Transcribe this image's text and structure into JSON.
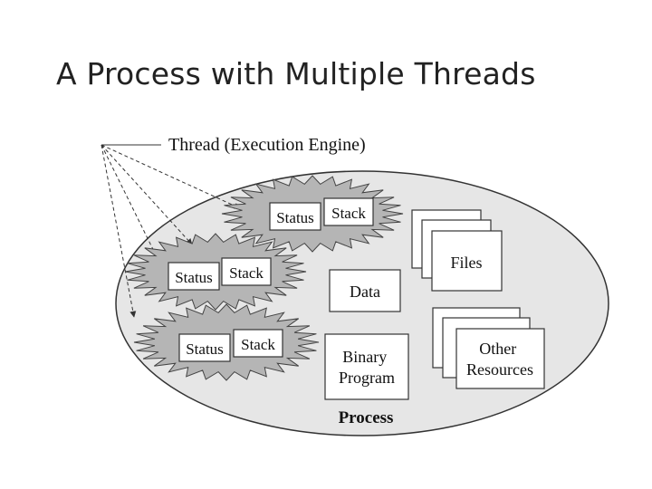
{
  "slide": {
    "title": "A Process with Multiple Threads"
  },
  "diagram": {
    "thread_label": "Thread (Execution Engine)",
    "threads": [
      {
        "status": "Status",
        "stack": "Stack"
      },
      {
        "status": "Status",
        "stack": "Stack"
      },
      {
        "status": "Status",
        "stack": "Stack"
      }
    ],
    "data_label": "Data",
    "binary_program_label": [
      "Binary",
      "Program"
    ],
    "files_label": "Files",
    "other_resources_label": [
      "Other",
      "Resources"
    ],
    "process_label": "Process",
    "colors": {
      "process_fill": "#e6e6e6",
      "thread_burst_fill": "#b5b5b5",
      "box_fill": "#ffffff",
      "stroke": "#333333"
    }
  }
}
